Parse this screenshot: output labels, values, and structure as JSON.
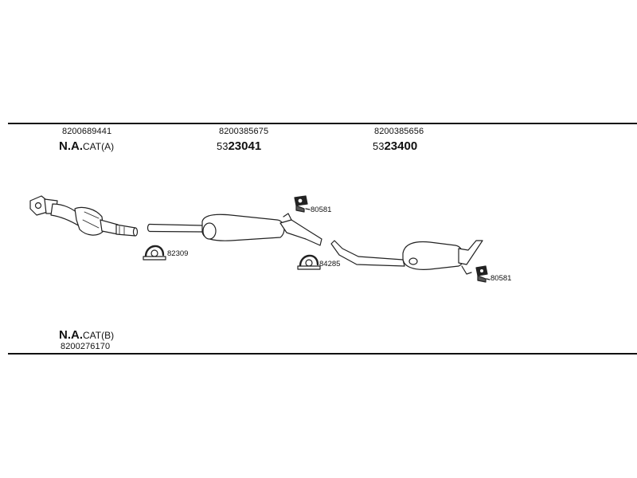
{
  "top_sections": [
    {
      "oem_number": "8200689441",
      "name_bold": "N.A.",
      "name_suffix": "CAT(A)"
    },
    {
      "oem_number": "8200385675",
      "name_prefix": "53",
      "name_bold": "23041"
    },
    {
      "oem_number": "8200385656",
      "name_prefix": "53",
      "name_bold": "23400"
    }
  ],
  "bottom_section": {
    "name_bold": "N.A.",
    "name_suffix": "CAT(B)",
    "oem_number": "8200276170"
  },
  "part_labels": {
    "clamp_front": "82309",
    "clamp_mid": "84285",
    "hanger_mid": "80581",
    "hanger_rear": "80581"
  }
}
